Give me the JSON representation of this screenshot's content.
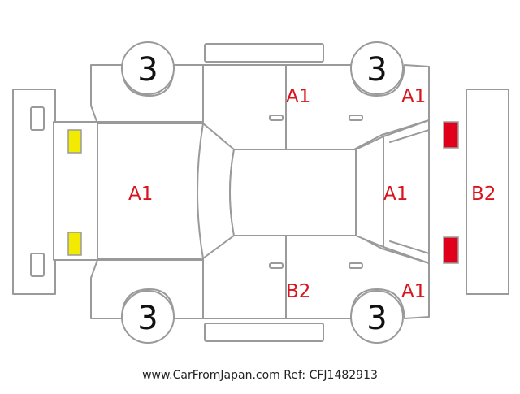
{
  "diagram": {
    "damage_codes": {
      "front_left_door_zone": "A1",
      "front_right_fender": "A1",
      "hood": "A1",
      "roof_rear": "A1",
      "rear_bumper": "B2",
      "rear_left_door_zone": "B2",
      "rear_right_fender": "A1"
    },
    "tyres": {
      "top_left": "3",
      "top_right": "3",
      "bottom_left": "3",
      "bottom_right": "3"
    },
    "lamp_colors": {
      "front": "#f2ea00",
      "rear": "#e0001b"
    },
    "code_color": "#d8141c",
    "outline_color": "#9a9a9a"
  },
  "footer": {
    "caption": "www.CarFromJapan.com Ref: CFJ1482913"
  }
}
